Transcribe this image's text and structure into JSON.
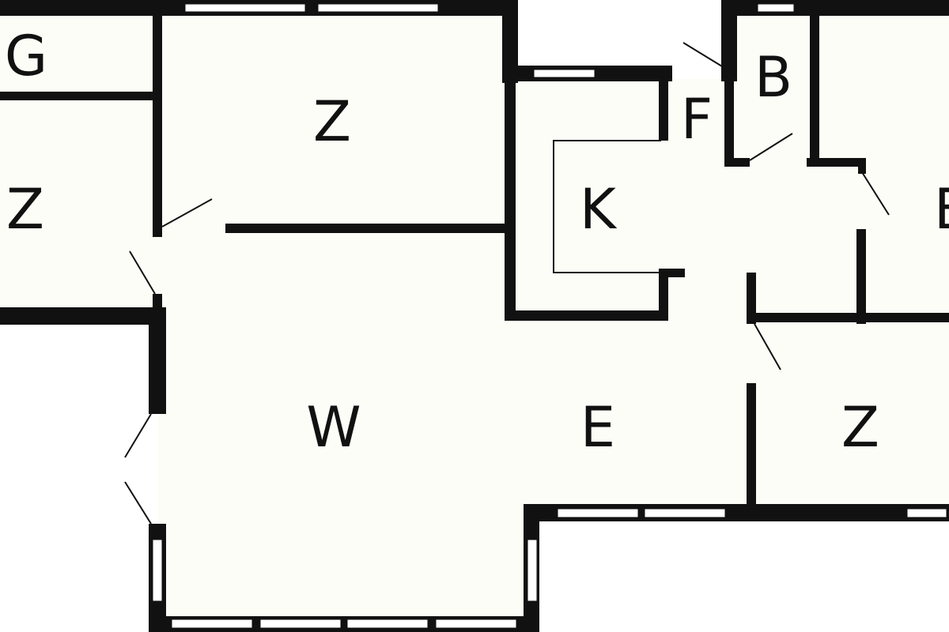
{
  "colors": {
    "background": "#ffffff",
    "floor": "#fdfdf7",
    "wall": "#111111",
    "window": "#ffffff",
    "door_swing": "#111111"
  },
  "rooms": [
    {
      "id": "g",
      "label": "G"
    },
    {
      "id": "z1",
      "label": "Z"
    },
    {
      "id": "z2",
      "label": "Z"
    },
    {
      "id": "k",
      "label": "K"
    },
    {
      "id": "f",
      "label": "F"
    },
    {
      "id": "b1",
      "label": "B"
    },
    {
      "id": "b2",
      "label": "B"
    },
    {
      "id": "w",
      "label": "W"
    },
    {
      "id": "e",
      "label": "E"
    },
    {
      "id": "z3",
      "label": "Z"
    }
  ]
}
